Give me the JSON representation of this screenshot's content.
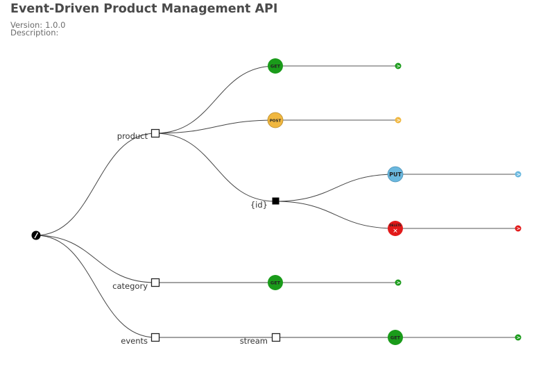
{
  "api": {
    "title": "Event-Driven Product Management API",
    "version_label": "Version:",
    "version": "1.0.0",
    "description_label": "Description:",
    "description": ""
  },
  "colors": {
    "get": "#1a9b1a",
    "post": "#f0b73f",
    "put": "#6ab8df",
    "delete": "#e21a1a",
    "path_node_fill": "#ffffff",
    "param_node_fill": "#000000",
    "root_fill": "#000000"
  },
  "tree": {
    "root": {
      "label": "/",
      "icon": "root-slash-icon"
    },
    "paths": {
      "product": "product",
      "id": "{id}",
      "category": "category",
      "events": "events",
      "stream": "stream"
    },
    "methods": {
      "get": "GET",
      "post": "POST",
      "put": "PUT",
      "delete": "DELETE"
    },
    "expand_glyph": ">",
    "delete_glyph": "✕"
  }
}
